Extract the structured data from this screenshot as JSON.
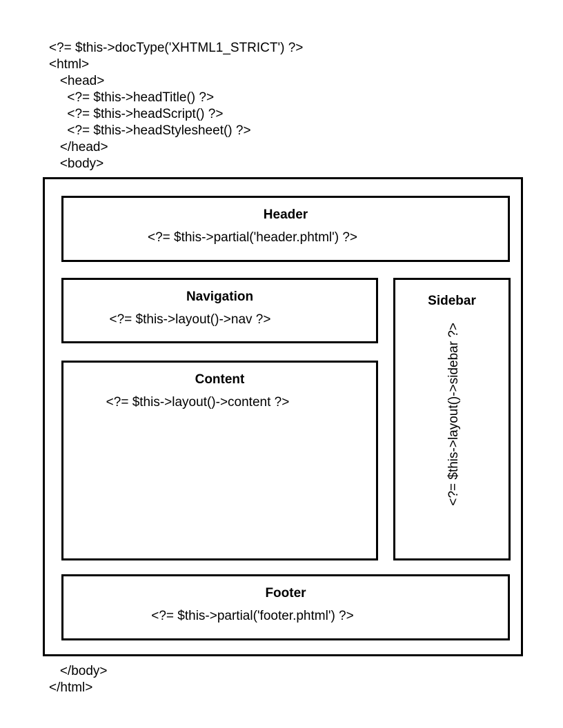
{
  "document": {
    "type": "code-layout-diagram",
    "language": "php-xhtml-template"
  },
  "code_top": "<?= $this->docType('XHTML1_STRICT') ?>\n<html>\n   <head>\n     <?= $this->headTitle() ?>\n     <?= $this->headScript() ?>\n     <?= $this->headStylesheet() ?>\n   </head>\n   <body>",
  "code_bottom": "   </body>\n</html>",
  "regions": {
    "header": {
      "title": "Header",
      "code": "<?= $this->partial('header.phtml') ?>"
    },
    "navigation": {
      "title": "Navigation",
      "code": "<?= $this->layout()->nav ?>"
    },
    "content": {
      "title": "Content",
      "code": "<?= $this->layout()->content ?>"
    },
    "sidebar": {
      "title": "Sidebar",
      "code": "<?= $this->layout()->sidebar ?>"
    },
    "footer": {
      "title": "Footer",
      "code": "<?= $this->partial('footer.phtml') ?>"
    }
  },
  "colors": {
    "background": "#ffffff",
    "stroke": "#000000",
    "text": "#000000"
  }
}
